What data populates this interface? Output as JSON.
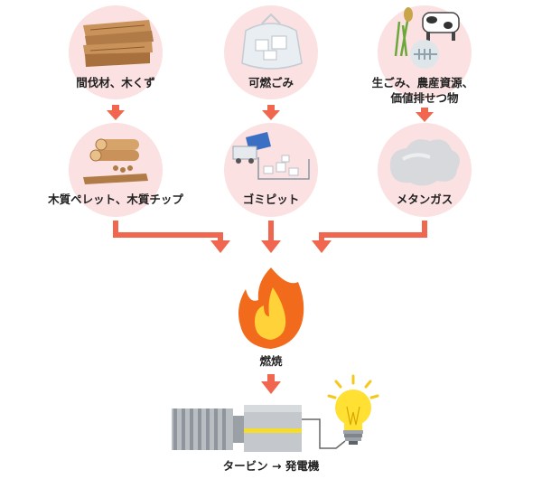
{
  "sources": [
    {
      "label_lines": [
        "間伐材、木くず"
      ]
    },
    {
      "label_lines": [
        "可燃ごみ"
      ]
    },
    {
      "label_lines": [
        "生ごみ、農産資源、",
        "価値排せつ物"
      ]
    }
  ],
  "intermediates": [
    {
      "label": "木質ペレット、木質チップ"
    },
    {
      "label": "ゴミピット"
    },
    {
      "label": "メタンガス"
    }
  ],
  "combustion": {
    "label": "燃焼"
  },
  "generation": {
    "label": "タービン → 発電機"
  },
  "icons": {
    "wood": "lumber-stack-icon",
    "garbage": "garbage-bag-icon",
    "food_waste": "cow-rice-fishbone-icon",
    "pellets": "wood-logs-icon",
    "pit": "garbage-truck-pit-icon",
    "gas": "gas-cloud-icon",
    "fire": "flame-icon",
    "turbine": "turbine-icon",
    "bulb": "light-bulb-icon"
  },
  "colors": {
    "circle": "#fbe1e1",
    "arrow": "#f0664e",
    "flame_outer": "#f26a1b",
    "flame_inner": "#ffd23a",
    "bulb": "#ffe033"
  }
}
